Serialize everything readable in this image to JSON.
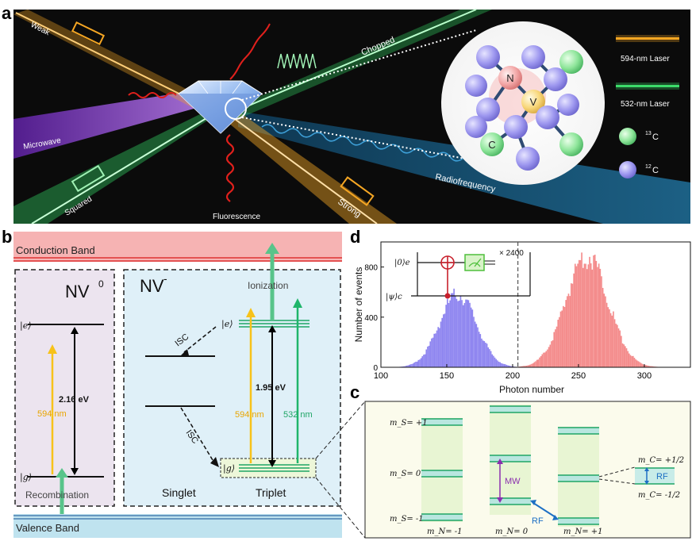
{
  "panel_a": {
    "letter": "a",
    "beam_labels": {
      "weak": "Weak",
      "chopped": "Chopped",
      "microwave": "Microwave",
      "squared": "Squared",
      "fluorescence": "Fluorescence",
      "strong": "Strong",
      "radiofrequency": "Radiofrequency"
    },
    "legend": {
      "laser_594": "594-nm Laser",
      "laser_532": "532-nm Laser",
      "c13_sup": "13",
      "c13_el": "C",
      "c12_sup": "12",
      "c12_el": "C"
    },
    "atoms": {
      "nitrogen": "N",
      "vacancy": "V",
      "carbon13": "C"
    },
    "colors": {
      "orange_laser": "#f5a623",
      "green_laser": "#3ddc6a",
      "microwave": "#8a3fd1",
      "rf": "#1f6f9a",
      "fluorescence": "#e0201c"
    }
  },
  "panel_b": {
    "letter": "b",
    "conduction_band": "Conduction Band",
    "valence_band": "Valence Band",
    "nv0": {
      "title": "NV",
      "title_sup": "0",
      "e": "|e⟩",
      "g": "|g⟩",
      "energy": "2.16 eV",
      "laser": "594 nm",
      "recombination": "Recombination"
    },
    "nvm": {
      "title": "NV",
      "title_sup": "-",
      "e": "|e⟩",
      "g": "|g⟩",
      "energy": "1.95 eV",
      "laser594": "594 nm",
      "laser532": "532 nm",
      "ionization": "Ionization",
      "isc1": "ISC",
      "isc2": "ISC",
      "singlet": "Singlet",
      "triplet": "Triplet"
    },
    "colors": {
      "conduction": "#f6b3b3",
      "valence": "#bfe3ef",
      "nv0_bg": "#ece4ef",
      "nvm_bg": "#dff0f8",
      "yellow": "#f7c21a",
      "green": "#1fb56a"
    }
  },
  "panel_c": {
    "letter": "c",
    "ms_labels": [
      "m_S= +1",
      "m_S= 0",
      "m_S= -1"
    ],
    "mn_labels": [
      "m_N= -1",
      "m_N= 0",
      "m_N= +1"
    ],
    "mc_labels": [
      "m_C= +1/2",
      "m_C= -1/2"
    ],
    "mw": "MW",
    "rf": "RF",
    "rf_small": "RF"
  },
  "panel_d": {
    "letter": "d",
    "circuit": {
      "top_wire": "|0⟩e",
      "bottom_wire": "|ψ⟩c",
      "repeat": "× 2400"
    },
    "colors": {
      "blue": "#8f86f0",
      "red": "#f48c8c"
    }
  },
  "chart_data": {
    "type": "bar",
    "title": "",
    "xlabel": "Photon number",
    "ylabel": "Number of events",
    "xlim": [
      100,
      335
    ],
    "ylim": [
      0,
      1000
    ],
    "xticks": [
      100,
      150,
      200,
      250,
      300
    ],
    "yticks": [
      0,
      400,
      800
    ],
    "threshold": 204,
    "series": [
      {
        "color": "#8f86f0",
        "peak_x": 158,
        "peak_y": 580,
        "sigma": 14,
        "x_range": [
          110,
          204
        ]
      },
      {
        "color": "#f48c8c",
        "peak_x": 256,
        "peak_y": 890,
        "sigma": 16,
        "x_range": [
          204,
          330
        ]
      }
    ]
  }
}
